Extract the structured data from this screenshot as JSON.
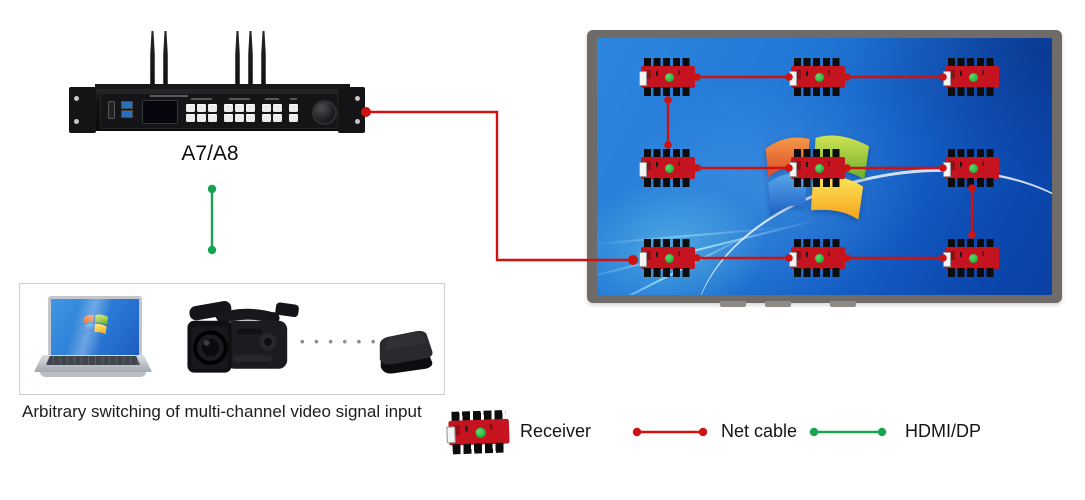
{
  "processor": {
    "label": "A7/A8"
  },
  "sources": {
    "caption": "Arbitrary switching of multi-channel video signal input",
    "ellipsis": "• • • • • •"
  },
  "legend": {
    "receiver_label": "Receiver",
    "net_cable_label": "Net cable",
    "hdmi_label": "HDMI/DP"
  },
  "colors": {
    "net_cable": "#ce1111",
    "hdmi_dp": "#17a351",
    "receiver_pcb": "#c5141f",
    "receiver_led": "#23b23c",
    "monitor_frame": "#6f6b68"
  },
  "display_wall": {
    "receiver_rows": 3,
    "receiver_cols": 3,
    "receiver_count": 9
  }
}
